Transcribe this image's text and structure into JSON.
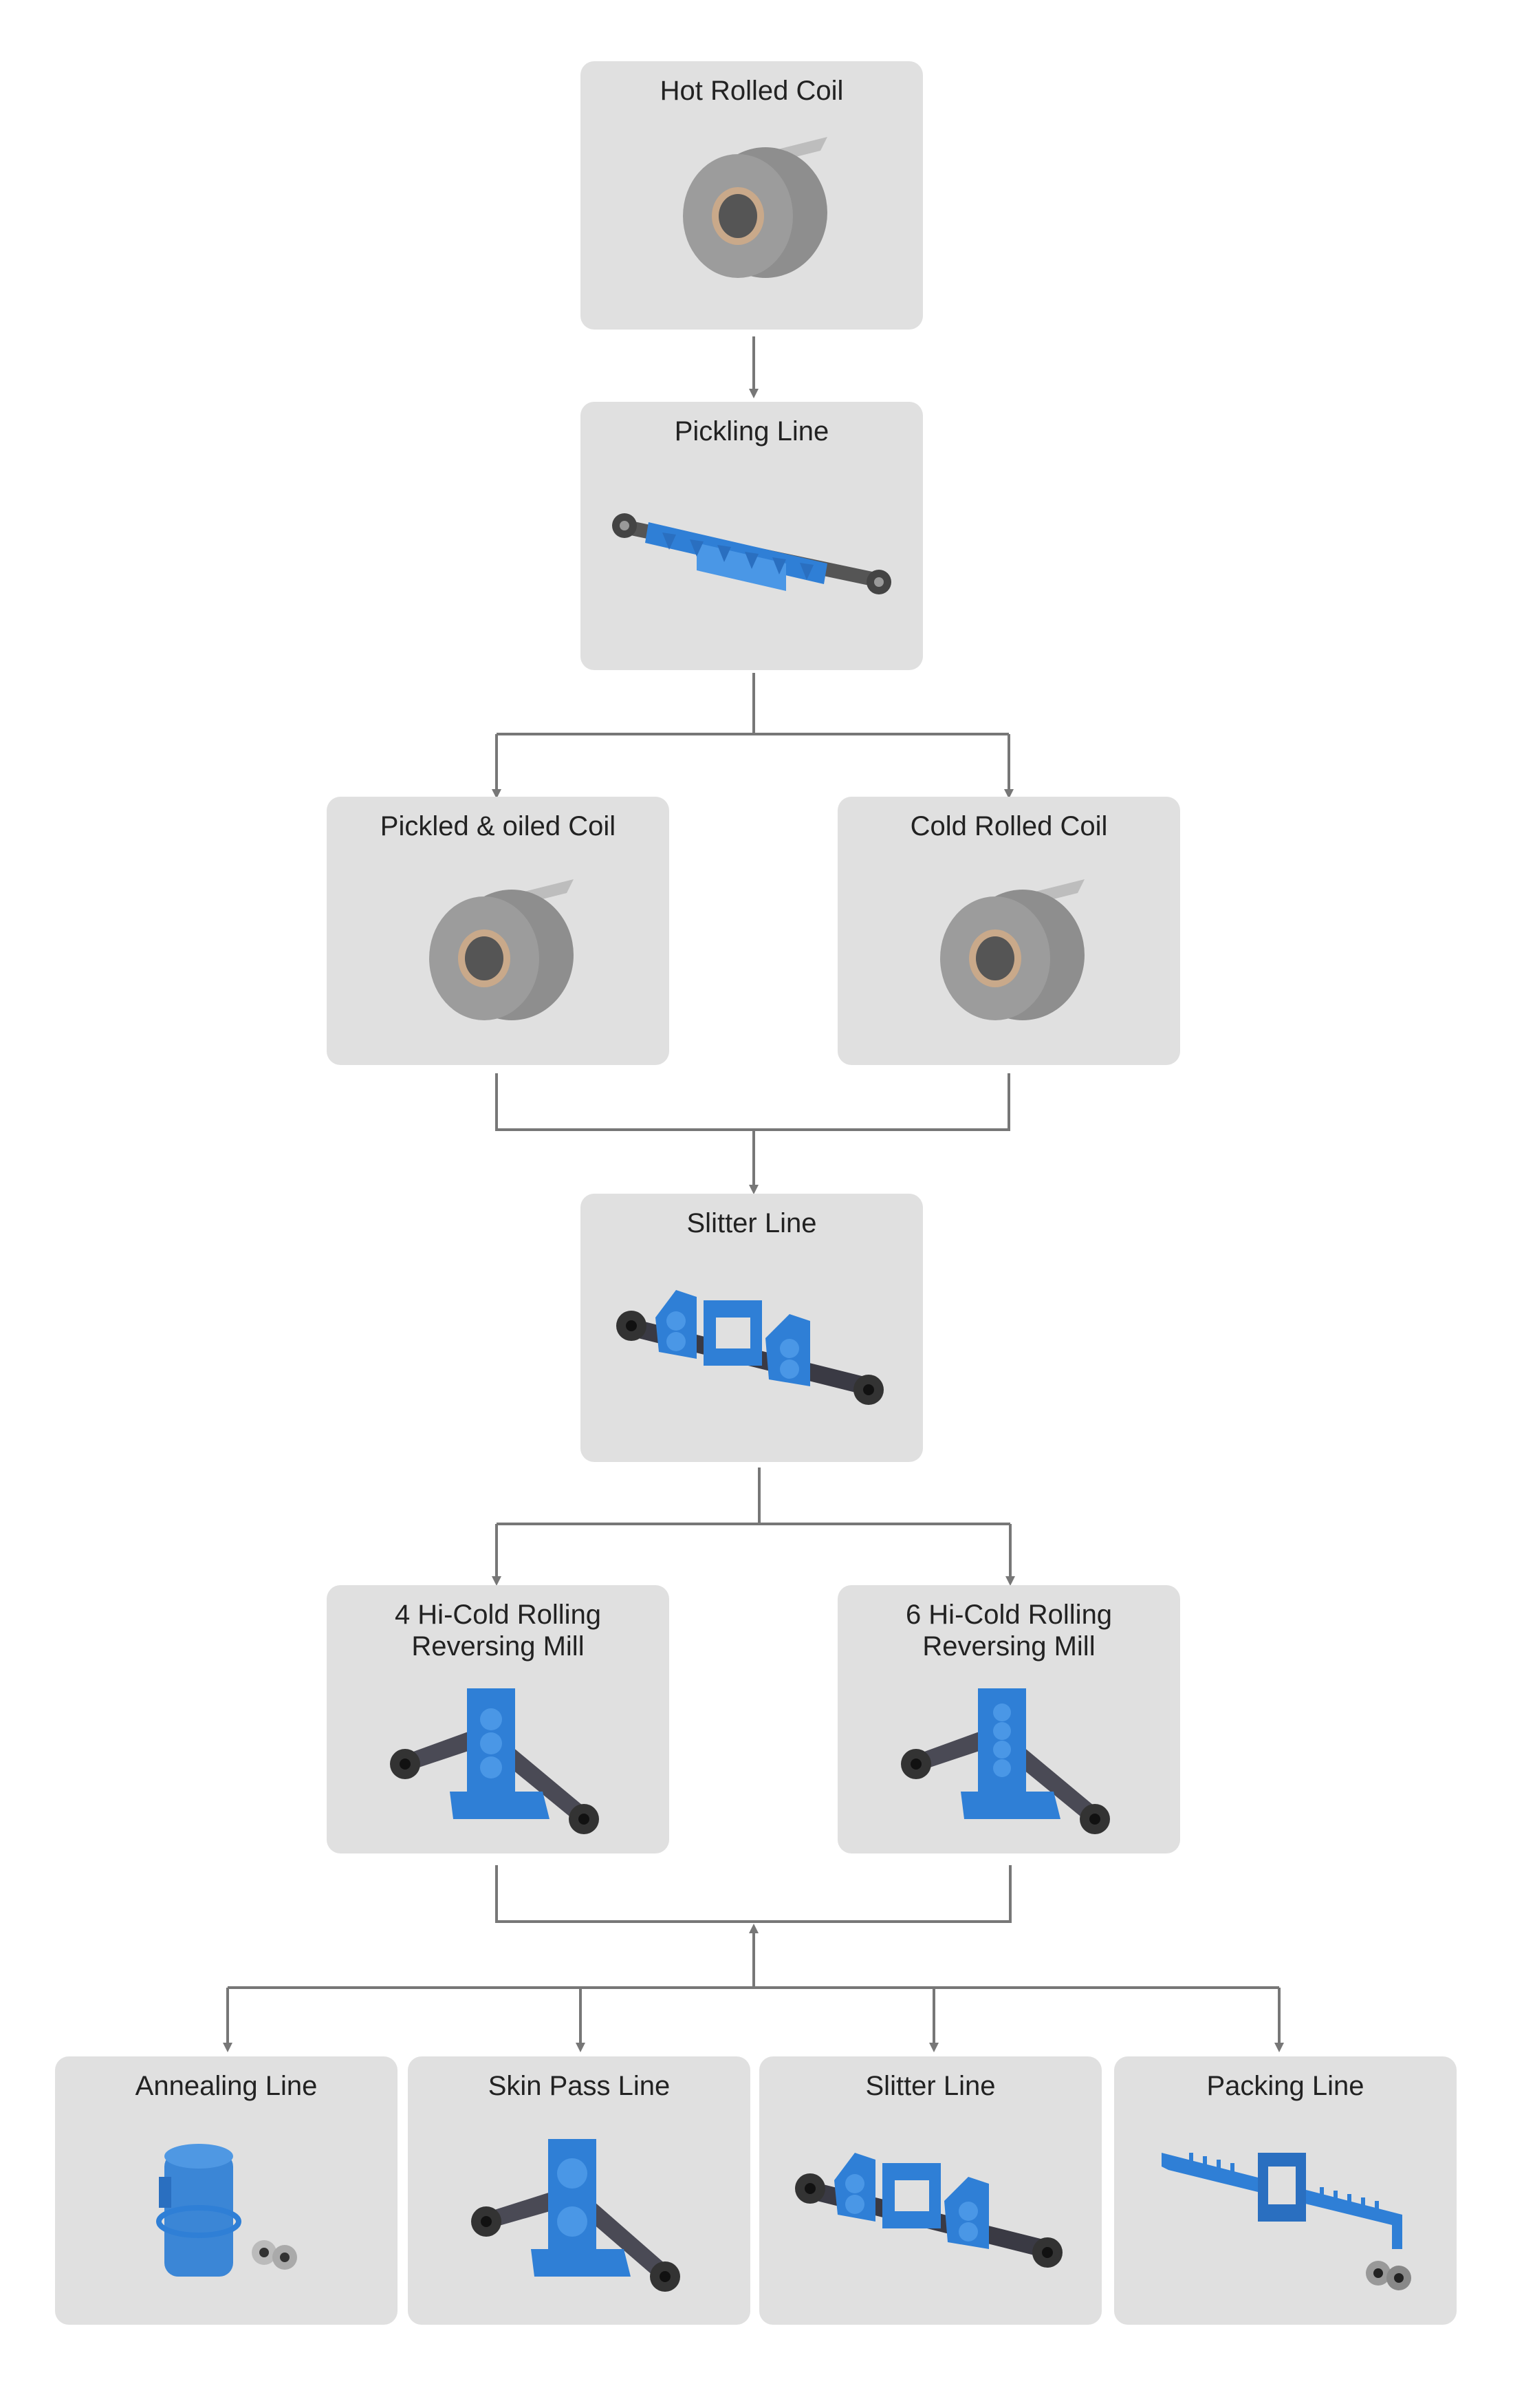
{
  "nodes": {
    "hot_rolled_coil": "Hot Rolled Coil",
    "pickling_line": "Pickling Line",
    "pickled_oiled_coil": "Pickled & oiled Coil",
    "cold_rolled_coil": "Cold Rolled Coil",
    "slitter_line": "Slitter Line",
    "mill_4hi_line1": "4 Hi-Cold Rolling",
    "mill_4hi_line2": "Reversing Mill",
    "mill_6hi_line1": "6 Hi-Cold Rolling",
    "mill_6hi_line2": "Reversing Mill",
    "annealing_line": "Annealing Line",
    "skin_pass_line": "Skin Pass Line",
    "slitter_line_2": "Slitter Line",
    "packing_line": "Packing Line"
  },
  "colors": {
    "box": "#e0e0e0",
    "connector": "#777777",
    "machine": "#2f7fd6",
    "coil": "#8a8a8a"
  }
}
